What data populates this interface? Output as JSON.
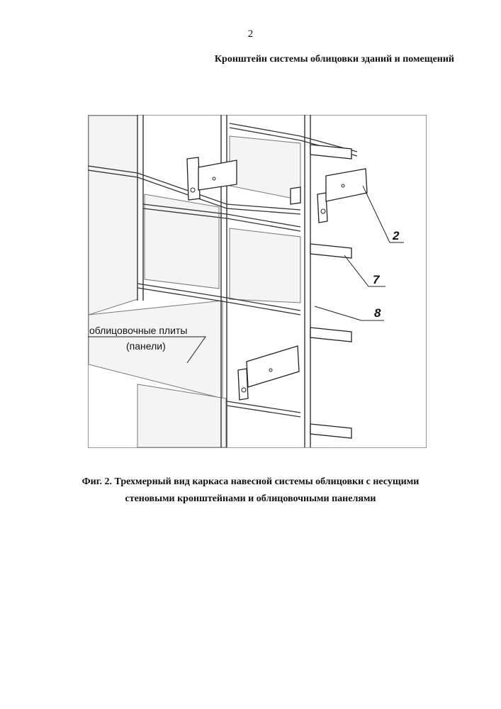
{
  "page": {
    "number": "2",
    "title": "Кронштейн системы облицовки зданий и помещений"
  },
  "figure": {
    "callouts": [
      "2",
      "7",
      "8"
    ],
    "panel_label_line1": "облицовочные плиты",
    "panel_label_line2": "(панели)",
    "caption_line1": "Фиг. 2. Трехмерный вид каркаса навесной системы облицовки с несущими",
    "caption_line2": "стеновыми кронштейнами и облицовочными панелями"
  }
}
